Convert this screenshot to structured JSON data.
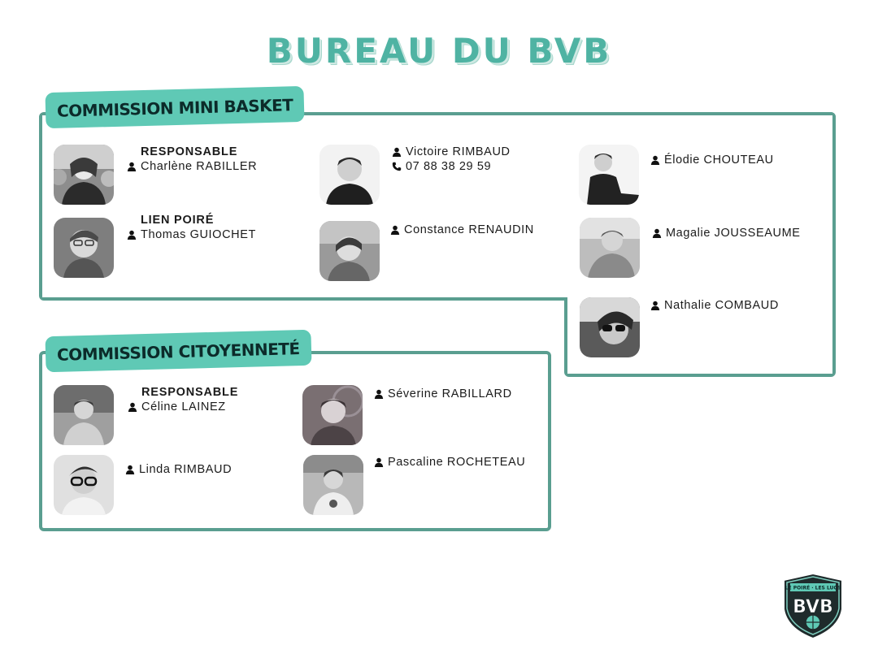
{
  "title": "BUREAU DU BVB",
  "sections": [
    {
      "heading": "COMMISSION MINI BASKET",
      "members": [
        {
          "role": "RESPONSABLE",
          "name": "Charlène RABILLER",
          "phone": ""
        },
        {
          "role": "LIEN POIRÉ",
          "name": "Thomas GUIOCHET",
          "phone": ""
        },
        {
          "role": "",
          "name": "Victoire RIMBAUD",
          "phone": "07 88 38 29 59"
        },
        {
          "role": "",
          "name": "Constance RENAUDIN",
          "phone": ""
        },
        {
          "role": "",
          "name": "Élodie CHOUTEAU",
          "phone": ""
        },
        {
          "role": "",
          "name": "Magalie JOUSSEAUME",
          "phone": ""
        },
        {
          "role": "",
          "name": "Nathalie COMBAUD",
          "phone": ""
        }
      ]
    },
    {
      "heading": "COMMISSION CITOYENNETÉ",
      "members": [
        {
          "role": "RESPONSABLE",
          "name": "Céline LAINEZ",
          "phone": ""
        },
        {
          "role": "",
          "name": "Linda RIMBAUD",
          "phone": ""
        },
        {
          "role": "",
          "name": "Séverine RABILLARD",
          "phone": ""
        },
        {
          "role": "",
          "name": "Pascaline ROCHETEAU",
          "phone": ""
        }
      ]
    }
  ],
  "logo": {
    "top_text": "LE POIRÉ · LES LUCS",
    "letters": "BVB"
  },
  "icons": {
    "person": "person-icon",
    "phone": "phone-icon"
  },
  "colors": {
    "accent": "#5fc9b5",
    "frame": "#5a9e90",
    "title": "#4fb3a3"
  }
}
